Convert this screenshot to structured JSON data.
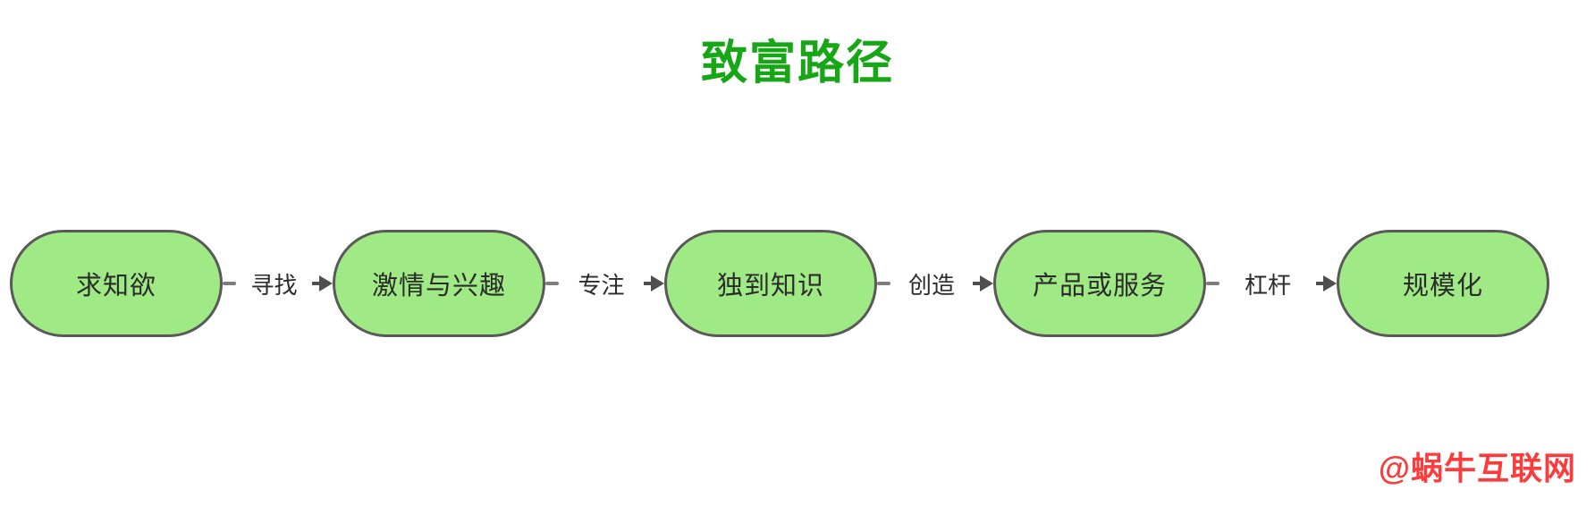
{
  "title": {
    "text": "致富路径",
    "color": "#16a616"
  },
  "watermark": {
    "text": "@蜗牛互联网",
    "color": "#fa3c3c"
  },
  "diagram": {
    "type": "horizontal-flowchart",
    "node_fill": "#9fea84",
    "node_border": "#595959",
    "node_text_color": "#2b2b2b",
    "connector_color": "#7d7d7d",
    "arrow_color": "#4f4f4f",
    "nodes": [
      {
        "label": "求知欲"
      },
      {
        "label": "激情与兴趣"
      },
      {
        "label": "独到知识"
      },
      {
        "label": "产品或服务"
      },
      {
        "label": "规模化"
      }
    ],
    "edges": [
      {
        "from": "求知欲",
        "to": "激情与兴趣",
        "label": "寻找"
      },
      {
        "from": "激情与兴趣",
        "to": "独到知识",
        "label": "专注"
      },
      {
        "from": "独到知识",
        "to": "产品或服务",
        "label": "创造"
      },
      {
        "from": "产品或服务",
        "to": "规模化",
        "label": "杠杆"
      }
    ]
  }
}
